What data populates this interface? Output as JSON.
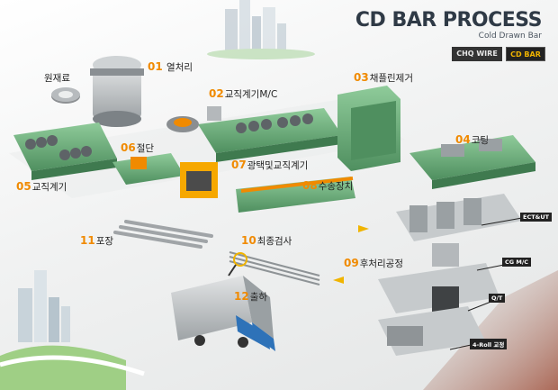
{
  "header": {
    "title": "CD BAR PROCESS",
    "subtitle": "Cold Drawn Bar"
  },
  "tabs": [
    {
      "label": "CHQ WIRE"
    },
    {
      "label": "CD BAR"
    }
  ],
  "raw_material": "원재료",
  "steps": [
    {
      "num": "01",
      "label": "열처리"
    },
    {
      "num": "02",
      "label": "교직계기M/C"
    },
    {
      "num": "03",
      "label": "채플린제거"
    },
    {
      "num": "04",
      "label": "코팅"
    },
    {
      "num": "05",
      "label": "교직계기"
    },
    {
      "num": "06",
      "label": "절단"
    },
    {
      "num": "07",
      "label": "광택및교직계기"
    },
    {
      "num": "08",
      "label": "수송장치"
    },
    {
      "num": "09",
      "label": "후처리공정"
    },
    {
      "num": "10",
      "label": "최종검사"
    },
    {
      "num": "11",
      "label": "포장"
    },
    {
      "num": "12",
      "label": "출하"
    }
  ],
  "post_process_tags": [
    "ECT&UT",
    "CG M/C",
    "Q/T",
    "4-Roll 교정"
  ],
  "colors": {
    "accent": "#f08a00",
    "machine_green": "#6fae7d",
    "machine_dark": "#4f8a5e",
    "cutter_orange": "#f6a800",
    "truck_blue": "#2e72b8"
  }
}
